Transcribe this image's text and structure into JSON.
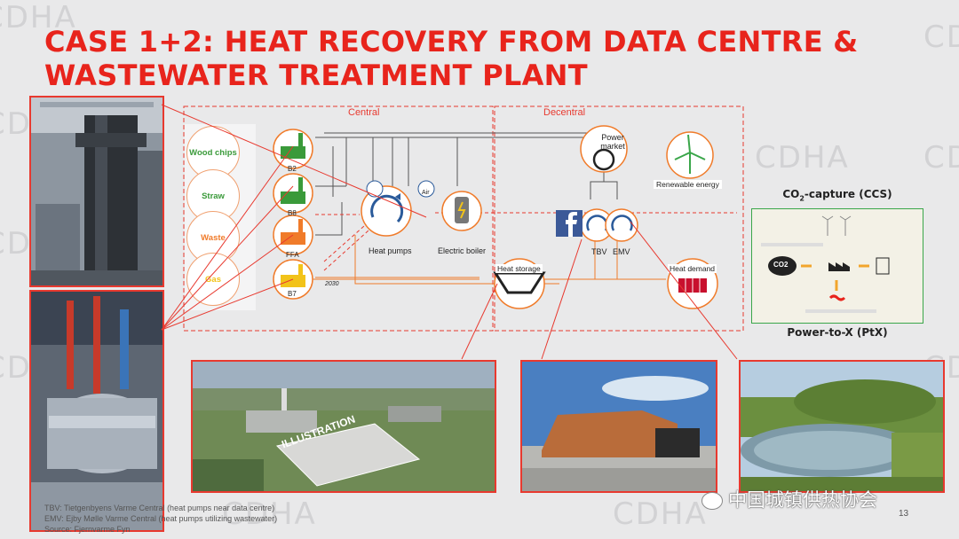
{
  "slide": {
    "title": "CASE 1+2: HEAT RECOVERY FROM DATA CENTRE & WASTEWATER TREATMENT PLANT",
    "page_number": "13"
  },
  "watermark": {
    "text": "CDHA"
  },
  "diagram": {
    "central_label": "Central",
    "decentral_label": "Decentral",
    "fuels": [
      "Wood chips",
      "Straw",
      "Waste",
      "Gas"
    ],
    "plants": [
      "B2",
      "B8",
      "FFA",
      "B7"
    ],
    "year_label": "2030",
    "heat_pumps_label": "Heat pumps",
    "air_label": "Air",
    "electric_boiler_label": "Electric boiler",
    "power_market_label": "Power market",
    "renewable_label": "Renewable energy",
    "tbv_label": "TBV",
    "emv_label": "EMV",
    "heat_storage_label": "Heat storage",
    "heat_demand_label": "Heat demand",
    "illustration_label": "ILLUSTRATION"
  },
  "ccs": {
    "title_prefix": "CO",
    "title_sub": "2",
    "title_suffix": "-capture (CCS)",
    "ptx_title": "Power-to-X (PtX)",
    "co2_label": "CO2"
  },
  "footnotes": [
    "TBV: Tietgenbyens Varme Central (heat pumps near data centre)",
    "EMV: Ejby Mølle Varme Central (heat pumps utilizing wastewater)",
    "Source: Fjernvarme Fyn"
  ],
  "wechat": {
    "account": "中国城镇供热协会"
  },
  "colors": {
    "accent": "#e8241c",
    "orange": "#f07b2a",
    "green": "#3aa64a",
    "dash": "#e8392f"
  }
}
